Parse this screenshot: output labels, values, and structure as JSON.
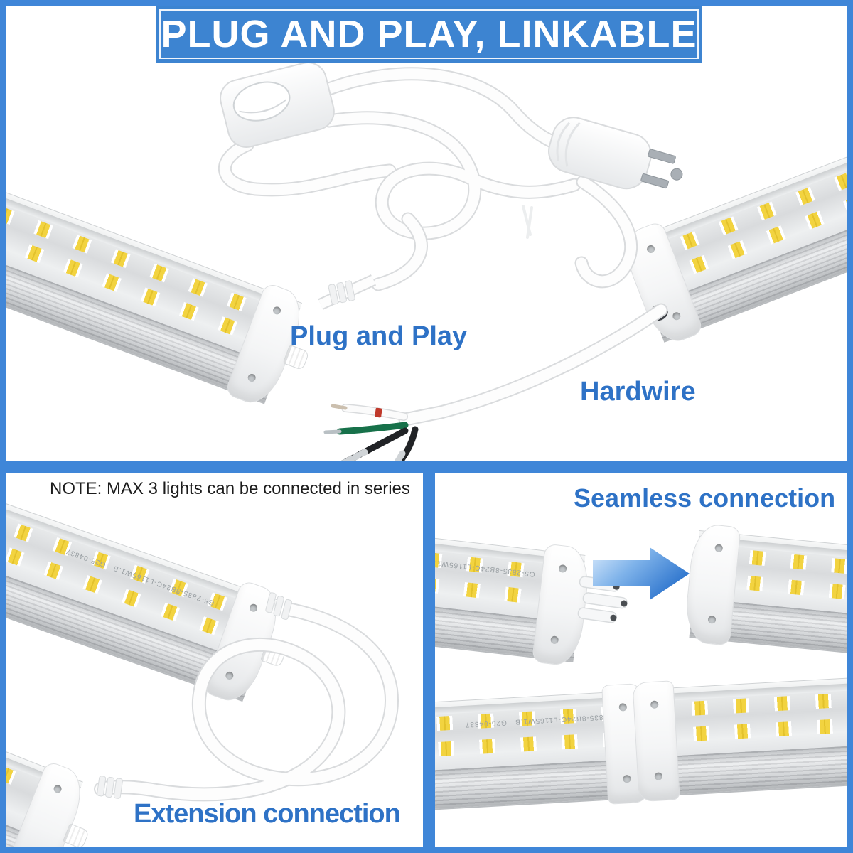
{
  "banner": {
    "title": "PLUG AND PLAY, LINKABLE"
  },
  "top_panel": {
    "plug_and_play_label": "Plug and Play",
    "hardwire_label": "Hardwire"
  },
  "bottom_left_panel": {
    "note": "NOTE: MAX 3 lights can be connected in series",
    "extension_label": "Extension connection"
  },
  "bottom_right_panel": {
    "seamless_label": "Seamless connection"
  },
  "tube_print": {
    "model": "G5-2835-8B24C-L1165W1.B",
    "code": "G25-04837"
  },
  "colors": {
    "frame_blue": "#3f86d8",
    "banner_blue": "#3d84d1",
    "label_blue": "#2e72c6",
    "note_black": "#1c1c1c",
    "led_yellow": "#f2d340",
    "wire_green": "#17714a",
    "wire_black": "#212326",
    "wire_white": "#fbfbfb"
  }
}
